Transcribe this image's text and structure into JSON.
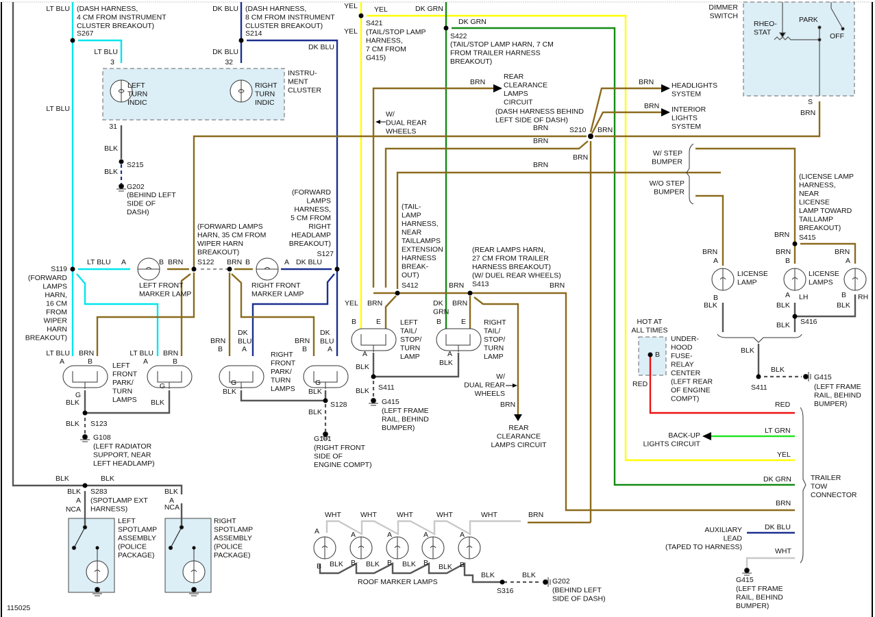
{
  "figure_id": "115025",
  "colors": {
    "lt_blu": "#00e5ee",
    "dk_blu": "#1a2f8f",
    "brn": "#8a6a1c",
    "yel": "#ffff00",
    "dk_grn": "#138a13",
    "lt_grn": "#22e322",
    "red": "#ee1111",
    "blk": "#555555",
    "wht": "#c8c8c8",
    "box_fill": "#dceef6"
  },
  "wire_labels": {
    "lt_blu": "LT BLU",
    "dk_blu": "DK BLU",
    "brn": "BRN",
    "yel": "YEL",
    "dk_grn": "DK GRN",
    "dk_grn_split": [
      "DK",
      "GRN"
    ],
    "dk_blu_split": [
      "DK",
      "BLU"
    ],
    "lt_grn": "LT GRN",
    "red": "RED",
    "blk": "BLK",
    "wht": "WHT"
  },
  "splices": {
    "s267": {
      "id": "S267",
      "note": [
        "(DASH HARNESS,",
        "4 CM FROM INSTRUMENT",
        "CLUSTER BREAKOUT)"
      ]
    },
    "s214": {
      "id": "S214",
      "note": [
        "(DASH HARNESS,",
        "8 CM FROM INSTRUMENT",
        "CLUSTER BREAKOUT)"
      ]
    },
    "s421": {
      "id": "S421",
      "note": [
        "(TAIL/STOP LAMP",
        "HARNESS,",
        "7 CM FROM",
        "G415)"
      ]
    },
    "s422": {
      "id": "S422",
      "note": [
        "(TAIL/STOP LAMP HARN, 7 CM",
        "FROM TRAILER HARNESS",
        "BREAKOUT)"
      ]
    },
    "s215": {
      "id": "S215"
    },
    "s210": {
      "id": "S210",
      "note": [
        "(DASH HARNESS BEHIND",
        "LEFT SIDE OF DASH)"
      ]
    },
    "s119": {
      "id": "S119",
      "note": [
        "(FORWARD",
        "LAMPS",
        "HARN,",
        "16 CM",
        "FROM",
        "WIPER",
        "HARN",
        "BREAKOUT)"
      ]
    },
    "s122": {
      "id": "S122",
      "note": [
        "(FORWARD LAMPS",
        "HARN, 35 CM FROM",
        "WIPER HARN",
        "BREAKOUT)"
      ]
    },
    "s127": {
      "id": "S127",
      "note": [
        "(FORWARD",
        "LAMPS",
        "HARNESS,",
        "5 CM FROM",
        "RIGHT",
        "HEADLAMP",
        "BREAKOUT)"
      ]
    },
    "s412": {
      "id": "S412",
      "note": [
        "(TAIL-",
        "LAMP",
        "HARNESS,",
        "NEAR",
        "TAILLAMPS",
        "EXTENSION",
        "HARNESS",
        "BREAK-",
        "OUT)"
      ]
    },
    "s413": {
      "id": "S413",
      "note": [
        "(REAR LAMPS HARN,",
        "27 CM FROM TRAILER",
        "HARNESS BREAKOUT)",
        "(W/ DUEL REAR WHEELS)"
      ]
    },
    "s415": {
      "id": "S415",
      "note": [
        "(LICENSE LAMP",
        "HARNESS,",
        "NEAR",
        "LICENSE",
        "LAMP TOWARD",
        "TAILLAMP",
        "BREAKOUT)"
      ]
    },
    "s416": {
      "id": "S416"
    },
    "s411a": {
      "id": "S411"
    },
    "s411b": {
      "id": "S411"
    },
    "s123": {
      "id": "S123"
    },
    "s128": {
      "id": "S128"
    },
    "s283": {
      "id": "S283",
      "note": [
        "(SPOTLAMP EXT",
        "HARNESS)"
      ]
    },
    "s316": {
      "id": "S316"
    }
  },
  "grounds": {
    "g202a": {
      "id": "G202",
      "note": [
        "(BEHIND LEFT",
        "SIDE OF",
        "DASH)"
      ]
    },
    "g108": {
      "id": "G108",
      "note": [
        "(LEFT RADIATOR",
        "SUPPORT, NEAR",
        "LEFT HEADLAMP)"
      ]
    },
    "g101": {
      "id": "G101",
      "note": [
        "(RIGHT FRONT",
        "SIDE OF",
        "ENGINE COMPT)"
      ]
    },
    "g415a": {
      "id": "G415",
      "note": [
        "(LEFT FRAME",
        "RAIL, BEHIND",
        "BUMPER)"
      ]
    },
    "g415b": {
      "id": "G415",
      "note": [
        "(LEFT FRAME",
        "RAIL, BEHIND",
        "BUMPER)"
      ]
    },
    "g415c": {
      "id": "G415",
      "note": [
        "(LEFT FRAME",
        "RAIL, BEHIND",
        "BUMPER)"
      ]
    },
    "g202b": {
      "id": "G202",
      "note": [
        "(BEHIND LEFT",
        "SIDE OF DASH)"
      ]
    }
  },
  "components": {
    "instrument_cluster": [
      "INSTRU-",
      "MENT",
      "CLUSTER"
    ],
    "left_turn_indic": [
      "LEFT",
      "TURN",
      "INDIC"
    ],
    "right_turn_indic": [
      "RIGHT",
      "TURN",
      "INDIC"
    ],
    "dimmer_switch": [
      "DIMMER",
      "SWITCH"
    ],
    "rheostat": [
      "RHEO-",
      "STAT"
    ],
    "park": "PARK",
    "off": "OFF",
    "left_front_marker": [
      "LEFT FRONT",
      "MARKER LAMP"
    ],
    "right_front_marker": [
      "RIGHT FRONT",
      "MARKER LAMP"
    ],
    "left_park_turn": [
      "LEFT",
      "FRONT",
      "PARK/",
      "TURN",
      "LAMPS"
    ],
    "right_park_turn": [
      "RIGHT",
      "FRONT",
      "PARK/",
      "TURN",
      "LAMPS"
    ],
    "left_tail": [
      "LEFT",
      "TAIL/",
      "STOP/",
      "TURN",
      "LAMP"
    ],
    "right_tail": [
      "RIGHT",
      "TAIL/",
      "STOP/",
      "TURN",
      "LAMP"
    ],
    "license_lamp": [
      "LICENSE",
      "LAMP"
    ],
    "license_lamps": [
      "LICENSE",
      "LAMPS"
    ],
    "fuse_relay": [
      "UNDER-",
      "HOOD",
      "FUSE-",
      "RELAY",
      "CENTER",
      "(LEFT REAR",
      "OF ENGINE",
      "COMPT)"
    ],
    "hot_at_all_times": [
      "HOT AT",
      "ALL TIMES"
    ],
    "trailer_tow": [
      "TRAILER",
      "TOW",
      "CONNECTOR"
    ],
    "left_spotlamp": [
      "LEFT",
      "SPOTLAMP",
      "ASSEMBLY",
      "(POLICE",
      "PACKAGE)"
    ],
    "right_spotlamp": [
      "RIGHT",
      "SPOTLAMP",
      "ASSEMBLY",
      "(POLICE",
      "PACKAGE)"
    ],
    "roof_marker": "ROOF MARKER LAMPS",
    "auxiliary_lead": [
      "AUXILIARY",
      "LEAD",
      "(TAPED TO HARNESS)"
    ]
  },
  "circuits": {
    "rear_clearance_top": [
      "REAR",
      "CLEARANCE",
      "LAMPS",
      "CIRCUIT"
    ],
    "rear_clearance_bottom": [
      "REAR",
      "CLEARANCE",
      "LAMPS CIRCUIT"
    ],
    "headlights": [
      "HEADLIGHTS",
      "SYSTEM"
    ],
    "interior": [
      "INTERIOR",
      "LIGHTS",
      "SYSTEM"
    ],
    "backup": [
      "BACK-UP",
      "LIGHTS CIRCUIT"
    ],
    "dual_rear_top": [
      "W/",
      "DUAL REAR",
      "WHEELS"
    ],
    "dual_rear_bottom": [
      "W/",
      "DUAL REAR",
      "WHEELS"
    ],
    "w_step": [
      "W/ STEP",
      "BUMPER"
    ],
    "wo_step": [
      "W/O STEP",
      "BUMPER"
    ]
  },
  "pins": {
    "p3": "3",
    "p31": "31",
    "p32": "32",
    "A": "A",
    "B": "B",
    "E": "E",
    "G": "G",
    "S": "S",
    "LH": "LH",
    "RH": "RH",
    "NCA": "NCA"
  }
}
